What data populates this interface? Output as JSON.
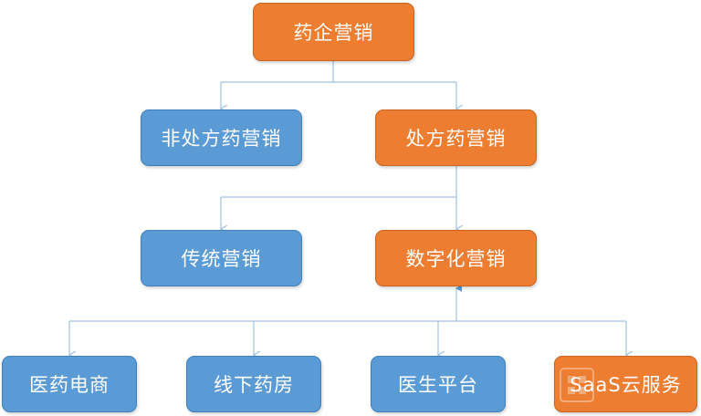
{
  "colors": {
    "primary_node": "#ED7D31",
    "secondary_node": "#5B9BD5",
    "connector": "#9DC3E6"
  },
  "nodes": {
    "root": "药企营销",
    "non_rx": "非处方药营销",
    "rx": "处方药营销",
    "traditional": "传统营销",
    "digital": "数字化营销",
    "ecommerce": "医药电商",
    "offline_pharmacy": "线下药房",
    "doctor_platform": "医生平台",
    "saas": "SaaS云服务"
  }
}
